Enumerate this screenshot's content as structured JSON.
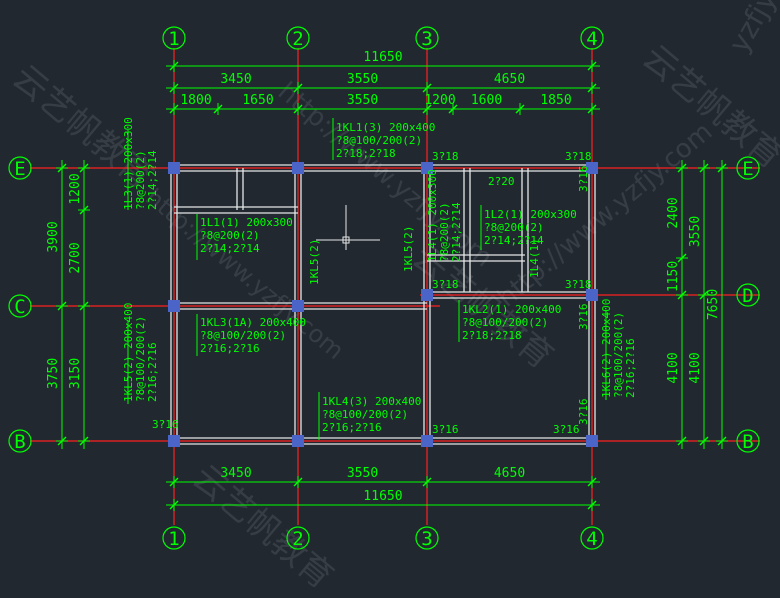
{
  "colors": {
    "background": "#212830",
    "grid": "#ff2020",
    "dim": "#00ff00",
    "annot": "#00ff00",
    "wall": "#e6e6e6",
    "column": "#4a64c8",
    "bubble": "#00ff00"
  },
  "grid_labels": {
    "v1": "1",
    "v2": "2",
    "v3": "3",
    "v4": "4",
    "hE": "E",
    "hC": "C",
    "hD": "D",
    "hB": "B"
  },
  "dimensions": {
    "top_total": "11650",
    "top_bays": [
      "3450",
      "3550",
      "4650"
    ],
    "top_sub": [
      "1800",
      "1650",
      "3550",
      "1200",
      "1600",
      "1850"
    ],
    "bottom_bays": [
      "3450",
      "3550",
      "4650"
    ],
    "bottom_total": "11650",
    "left_a": [
      "1200",
      "2700",
      "3150"
    ],
    "left_b": [
      "3900",
      "3750"
    ],
    "right_a": [
      "2400",
      "1150",
      "4100"
    ],
    "right_b": [
      "3550",
      "4100"
    ],
    "right_total": "7650"
  },
  "annotations": {
    "kl1": [
      "1KL1(3) 200x400",
      "?8@100/200(2)",
      "2?18;2?18"
    ],
    "l3": [
      "1L3(1) 200x300",
      "?8@200(2)",
      "2?14;2?14"
    ],
    "l1": [
      "1L1(1) 200x300",
      "?8@200(2)",
      "2?14;2?14"
    ],
    "l4": [
      "1L4(1) 200x300",
      "?8@200(2)",
      "2?14;2?14"
    ],
    "l2": [
      "1L2(1) 200x300",
      "?8@200(2)",
      "2?14;2?14"
    ],
    "kl3": [
      "1KL3(1A) 200x400",
      "?8@100/200(2)",
      "2?16;2?16"
    ],
    "kl2": [
      "1KL2(1) 200x400",
      "?8@100/200(2)",
      "2?18;2?18"
    ],
    "kl5": [
      "1KL5(2) 200x400",
      "?8@100/200(2)",
      "2?16;2?16"
    ],
    "kl4": [
      "1KL4(3) 200x400",
      "?8@100/200(2)",
      "2?16;2?16"
    ],
    "kl6": [
      "1KL6(2) 200x400",
      "?8@100/200(2)",
      "2?16;2?16"
    ],
    "kl5_short": "1KL5(2)",
    "kl5_short2": "1KL5(2)",
    "l4_short": "1L4(1)",
    "rebar_318": "3?18",
    "rebar_316": "3?16",
    "rebar_220": "2?20"
  },
  "watermarks": {
    "url": "http://www.yzfjy.com",
    "brand": "云艺帆教育",
    "corner": "yzfjy"
  }
}
